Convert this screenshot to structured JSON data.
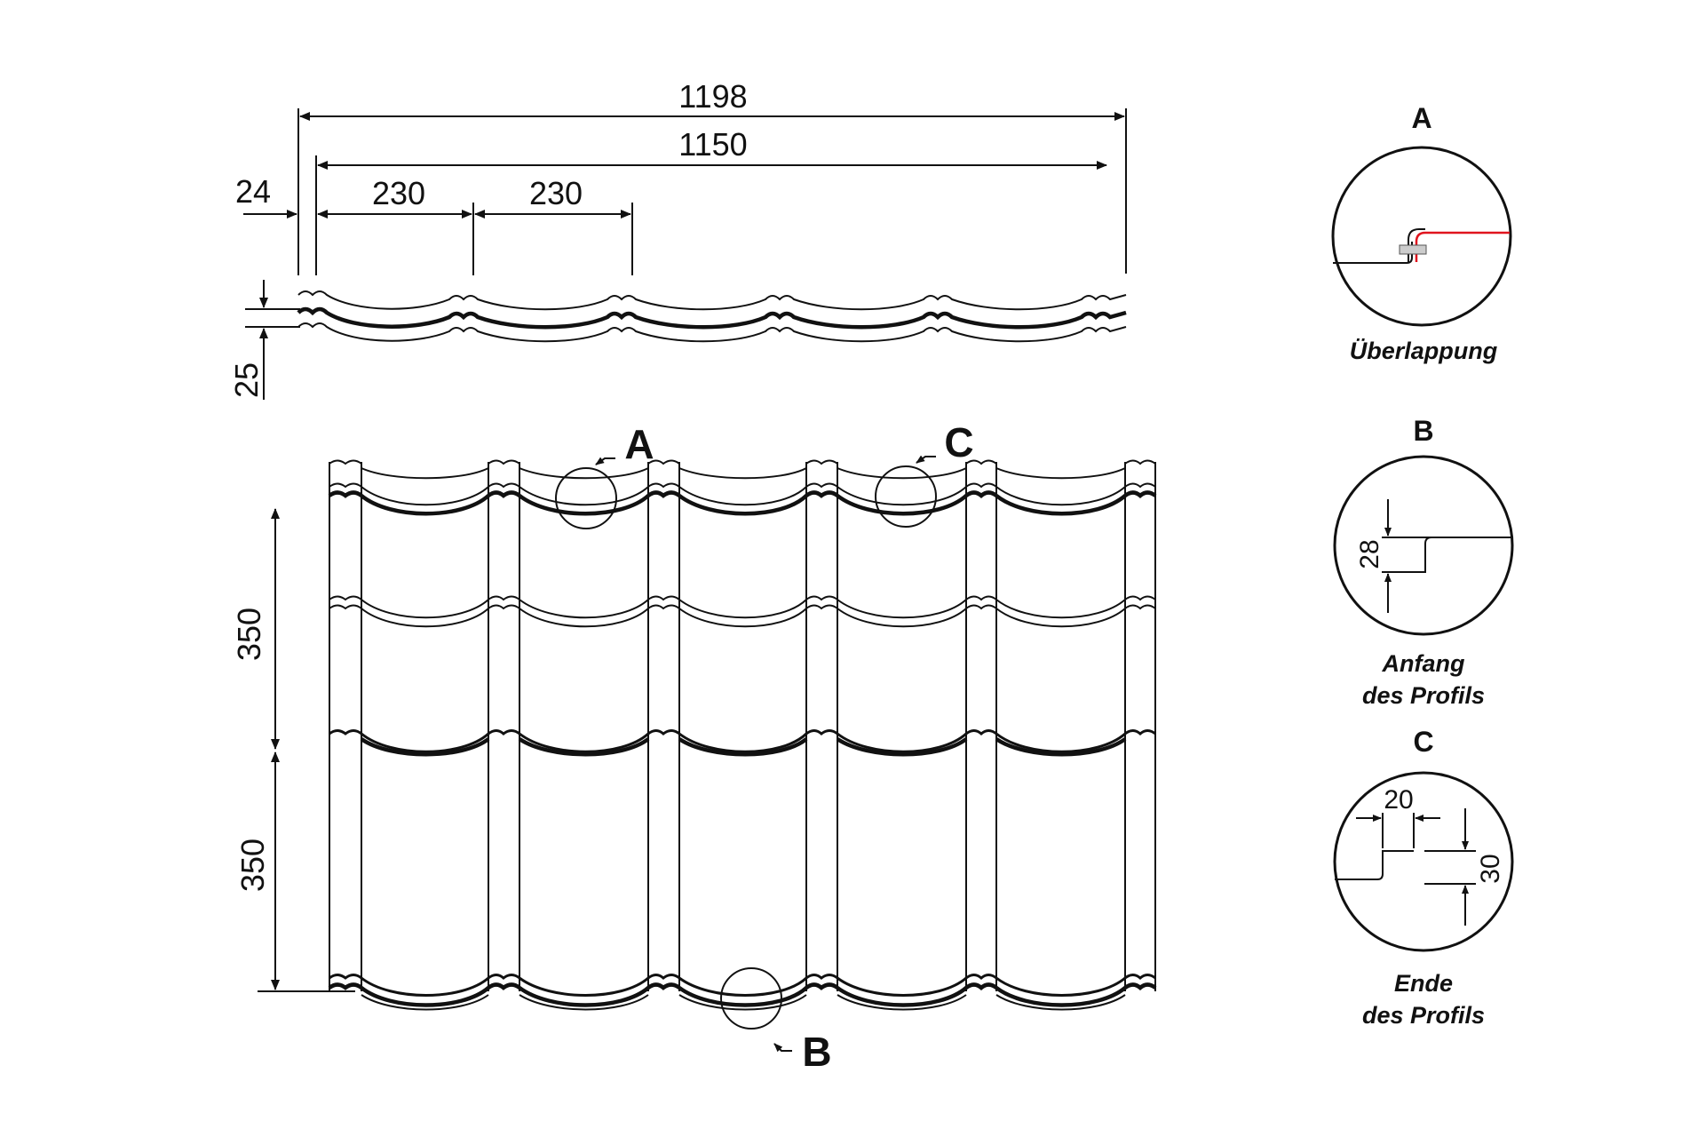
{
  "profile_dimensions": {
    "total_width": "1198",
    "effective_width": "1150",
    "edge_offset": "24",
    "wave_pitch_1": "230",
    "wave_pitch_2": "230",
    "profile_height": "25"
  },
  "sheet_dimensions": {
    "step_1": "350",
    "step_2": "350"
  },
  "markers": {
    "a": "A",
    "b": "B",
    "c": "C"
  },
  "details": {
    "a": {
      "letter": "A",
      "caption": "Überlappung"
    },
    "b": {
      "letter": "B",
      "value": "28",
      "caption_line1": "Anfang",
      "caption_line2": "des Profils"
    },
    "c": {
      "letter": "C",
      "value_width": "20",
      "value_height": "30",
      "caption_line1": "Ende",
      "caption_line2": "des Profils"
    }
  },
  "colors": {
    "line": "#111111",
    "overlap_highlight": "#e0141e"
  }
}
